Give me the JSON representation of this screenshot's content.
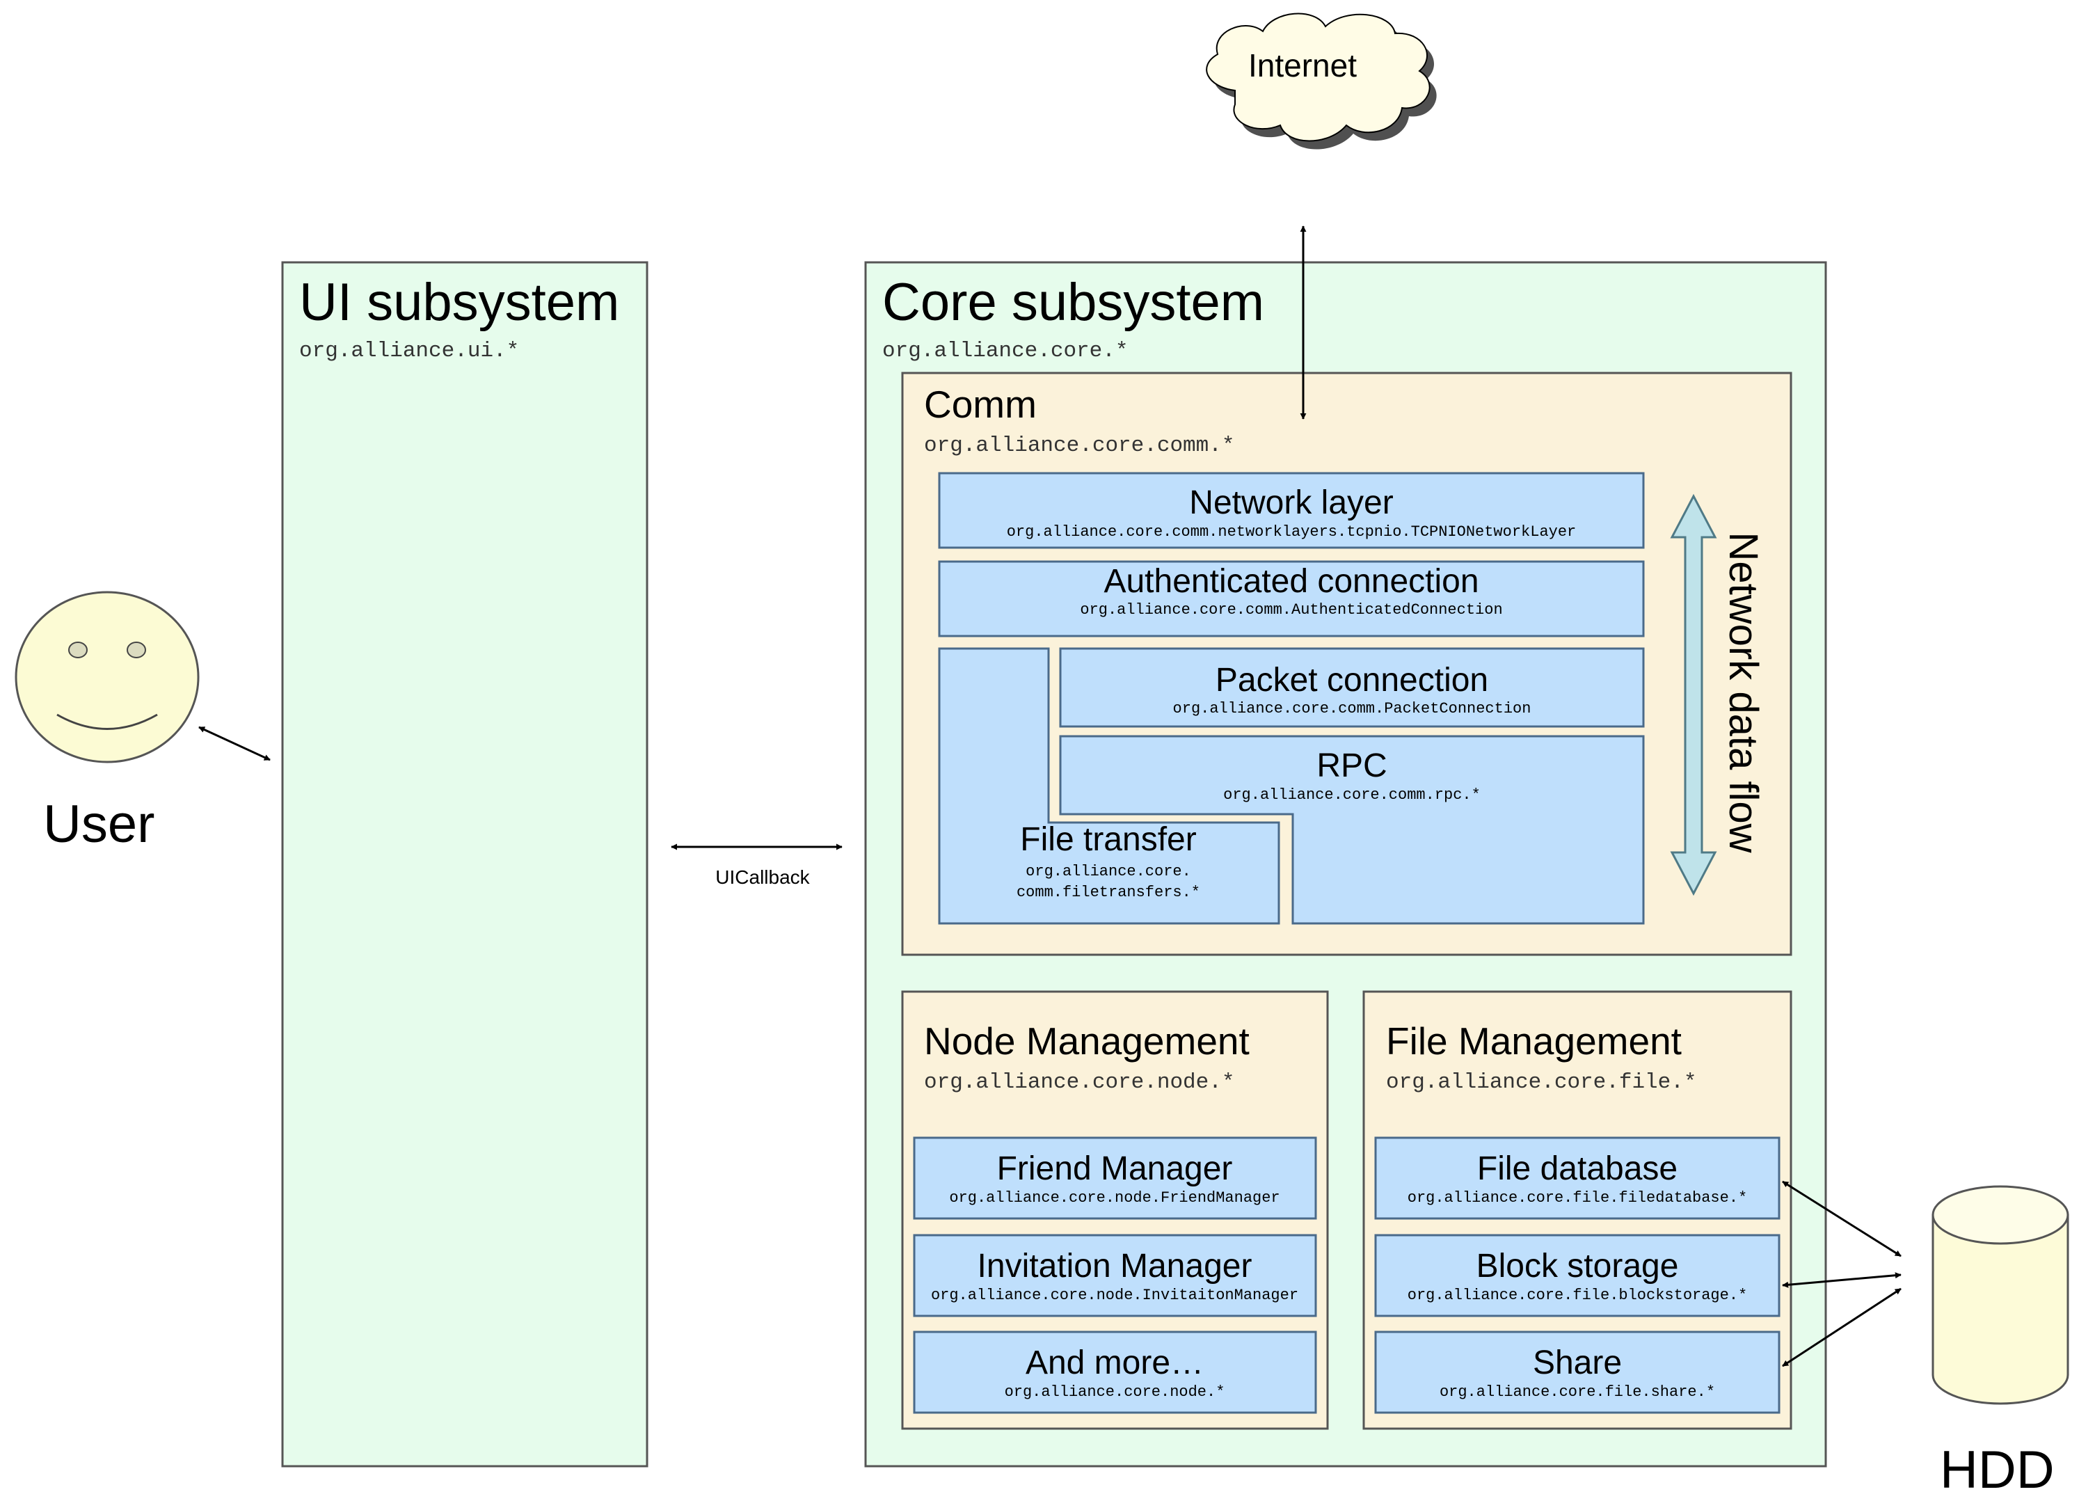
{
  "internet": {
    "label": "Internet"
  },
  "user": {
    "label": "User"
  },
  "hdd": {
    "label": "HDD"
  },
  "ui_subsystem": {
    "title": "UI subsystem",
    "package": "org.alliance.ui.*"
  },
  "callback": {
    "label": "UICallback"
  },
  "core_subsystem": {
    "title": "Core subsystem",
    "package": "org.alliance.core.*"
  },
  "comm": {
    "title": "Comm",
    "package": "org.alliance.core.comm.*",
    "network_layer": {
      "title": "Network layer",
      "package": "org.alliance.core.comm.networklayers.tcpnio.TCPNIONetworkLayer"
    },
    "authenticated_connection": {
      "title": "Authenticated connection",
      "package": "org.alliance.core.comm.AuthenticatedConnection"
    },
    "packet_connection": {
      "title": "Packet connection",
      "package": "org.alliance.core.comm.PacketConnection"
    },
    "rpc": {
      "title": "RPC",
      "package": "org.alliance.core.comm.rpc.*"
    },
    "file_transfer": {
      "title": "File transfer",
      "package_line1": "org.alliance.core.",
      "package_line2": "comm.filetransfers.*"
    },
    "data_flow": {
      "label": "Network data flow"
    }
  },
  "node_management": {
    "title": "Node Management",
    "package": "org.alliance.core.node.*",
    "items": [
      {
        "title": "Friend Manager",
        "package": "org.alliance.core.node.FriendManager"
      },
      {
        "title": "Invitation Manager",
        "package": "org.alliance.core.node.InvitaitonManager"
      },
      {
        "title": "And more…",
        "package": "org.alliance.core.node.*"
      }
    ]
  },
  "file_management": {
    "title": "File Management",
    "package": "org.alliance.core.file.*",
    "items": [
      {
        "title": "File database",
        "package": "org.alliance.core.file.filedatabase.*"
      },
      {
        "title": "Block storage",
        "package": "org.alliance.core.file.blockstorage.*"
      },
      {
        "title": "Share",
        "package": "org.alliance.core.file.share.*"
      }
    ]
  },
  "colors": {
    "subsystem_fill": "#e6fcec",
    "module_fill": "#fbf2da",
    "component_fill": "#bfdffc",
    "component_border": "#4a6a8a",
    "arrow_fill": "#bfe3ea",
    "cloud_fill": "#fffce6",
    "face_fill": "#fcfbd4",
    "hdd_fill": "#fdfbd8"
  }
}
